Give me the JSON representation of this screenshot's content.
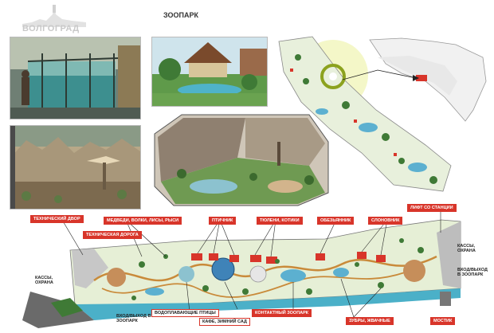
{
  "header": {
    "brand": "ВОЛГОГРАД",
    "title": "ЗООПАРК"
  },
  "images": [
    {
      "name": "photo-aquarium-hall",
      "caption": "[illegible]"
    },
    {
      "name": "photo-zoo-pavilion-render",
      "caption": "[illegible]"
    },
    {
      "name": "photo-rock-enclosure",
      "caption": "[illegible]"
    },
    {
      "name": "photo-enclosure-cutaway",
      "caption": "[illegible]"
    }
  ],
  "plan_labels": {
    "tech_yard": "ТЕХНИЧЕСКИЙ ДВОР",
    "tech_road": "ТЕХНИЧЕСКАЯ ДОРОГА",
    "bears": "МЕДВЕДИ, ВОЛКИ, ЛИСЫ, РЫСИ",
    "birds": "ПТИЧНИК",
    "seals": "ТЮЛЕНИ, КОТИКИ",
    "monkeys": "ОБЕЗЬЯННИК",
    "elephants": "СЛОНОВНИК",
    "lift": "ЛИФТ СО СТАНЦИИ",
    "cashier_right": "КАССЫ, ОХРАНА",
    "entrance_right": "ВХОД/ВЫХОД В ЗООПАРК",
    "bridge": "МОСТИК",
    "zebras": "ЗУБРЫ, ЖВАЧНЫЕ",
    "petting": "КОНТАКТНЫЙ ЗООПАРК",
    "cafe": "КАФЕ, ЗИМНИЙ САД",
    "waterfowl": "ВОДОПЛАВАЮЩИЕ ПТИЦЫ",
    "entrance_left": "ВХОД/ВЫХОД В ЗООПАРК",
    "cashier_left": "КАССЫ, ОХРАНА"
  }
}
